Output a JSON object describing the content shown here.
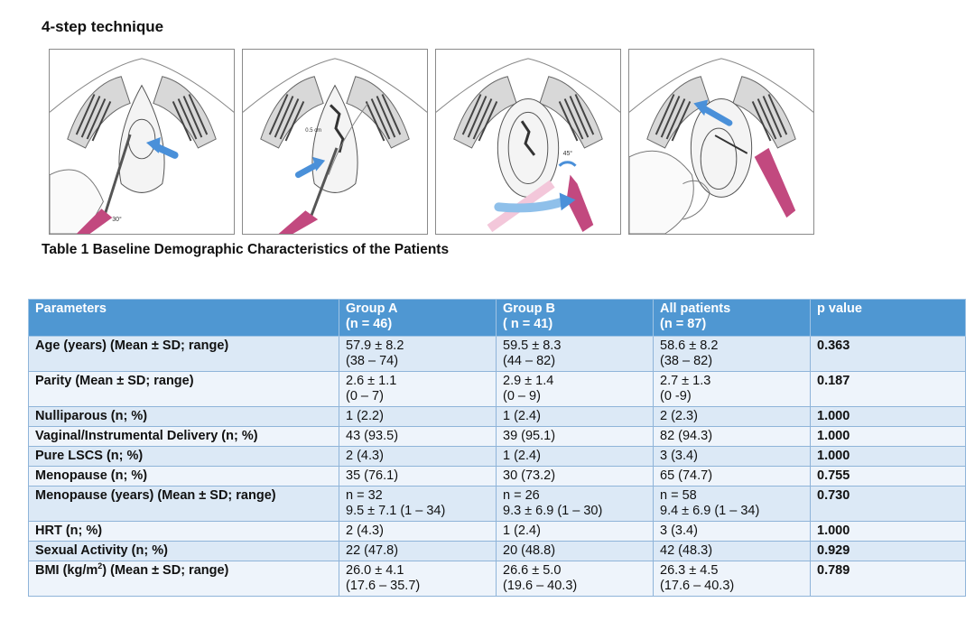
{
  "heading": "4-step  technique",
  "caption": "Table 1 Baseline Demographic Characteristics of the Patients",
  "table": {
    "headers": [
      [
        "Parameters"
      ],
      [
        "Group A",
        "(n = 46)"
      ],
      [
        "Group B",
        "( n = 41)"
      ],
      [
        "All patients",
        "(n = 87)"
      ],
      [
        "p value"
      ]
    ],
    "rows": [
      {
        "param": "Age (years) (Mean ± SD; range)",
        "a": [
          "57.9 ± 8.2",
          "(38 – 74)"
        ],
        "b": [
          "59.5 ± 8.3",
          "(44 – 82)"
        ],
        "all": [
          "58.6 ± 8.2",
          "(38 – 82)"
        ],
        "p": "0.363"
      },
      {
        "param": "Parity (Mean ± SD; range)",
        "a": [
          "2.6 ± 1.1",
          "(0 – 7)"
        ],
        "b": [
          "2.9 ± 1.4",
          "(0 – 9)"
        ],
        "all": [
          "2.7 ± 1.3",
          "(0 -9)"
        ],
        "p": "0.187"
      },
      {
        "param": "Nulliparous (n; %)",
        "a": [
          "1 (2.2)"
        ],
        "b": [
          "1 (2.4)"
        ],
        "all": [
          "2 (2.3)"
        ],
        "p": "1.000"
      },
      {
        "param": "Vaginal/Instrumental Delivery (n; %)",
        "a": [
          "43 (93.5)"
        ],
        "b": [
          "39 (95.1)"
        ],
        "all": [
          "82 (94.3)"
        ],
        "p": "1.000"
      },
      {
        "param": "Pure LSCS (n; %)",
        "a": [
          "2 (4.3)"
        ],
        "b": [
          "1 (2.4)"
        ],
        "all": [
          "3 (3.4)"
        ],
        "p": "1.000"
      },
      {
        "param": "Menopause (n; %)",
        "a": [
          "35 (76.1)"
        ],
        "b": [
          "30 (73.2)"
        ],
        "all": [
          "65 (74.7)"
        ],
        "p": "0.755"
      },
      {
        "param": "Menopause (years) (Mean ± SD; range)",
        "a": [
          "n = 32",
          "9.5 ± 7.1 (1 – 34)"
        ],
        "b": [
          "n = 26",
          "9.3 ± 6.9 (1 – 30)"
        ],
        "all": [
          "n = 58",
          "9.4 ± 6.9 (1 – 34)"
        ],
        "p": "0.730"
      },
      {
        "param": "HRT (n; %)",
        "a": [
          "2 (4.3)"
        ],
        "b": [
          "1 (2.4)"
        ],
        "all": [
          "3 (3.4)"
        ],
        "p": "1.000"
      },
      {
        "param": "Sexual Activity (n; %)",
        "a": [
          "22 (47.8)"
        ],
        "b": [
          "20 (48.8)"
        ],
        "all": [
          "42 (48.3)"
        ],
        "p": "0.929"
      },
      {
        "param": "BMI (kg/m",
        "param_sup": "2",
        "param_tail": ") (Mean ± SD; range)",
        "a": [
          "26.0 ± 4.1",
          "(17.6 – 35.7)"
        ],
        "b": [
          "26.6 ± 5.0",
          "(19.6 – 40.3)"
        ],
        "all": [
          "26.3 ± 4.5",
          "(17.6 – 40.3)"
        ],
        "p": "0.789"
      }
    ]
  },
  "panels": [
    {
      "labels": [
        "30°"
      ]
    },
    {
      "labels": [
        "0.5 cm"
      ]
    },
    {
      "labels": [
        "45°"
      ]
    },
    {
      "labels": []
    }
  ],
  "colors": {
    "header_bg": "#4f97d2",
    "row_odd": "#dce9f6",
    "row_even": "#eef4fb",
    "instrument": "#c2497f",
    "arrow": "#4a90d9"
  }
}
